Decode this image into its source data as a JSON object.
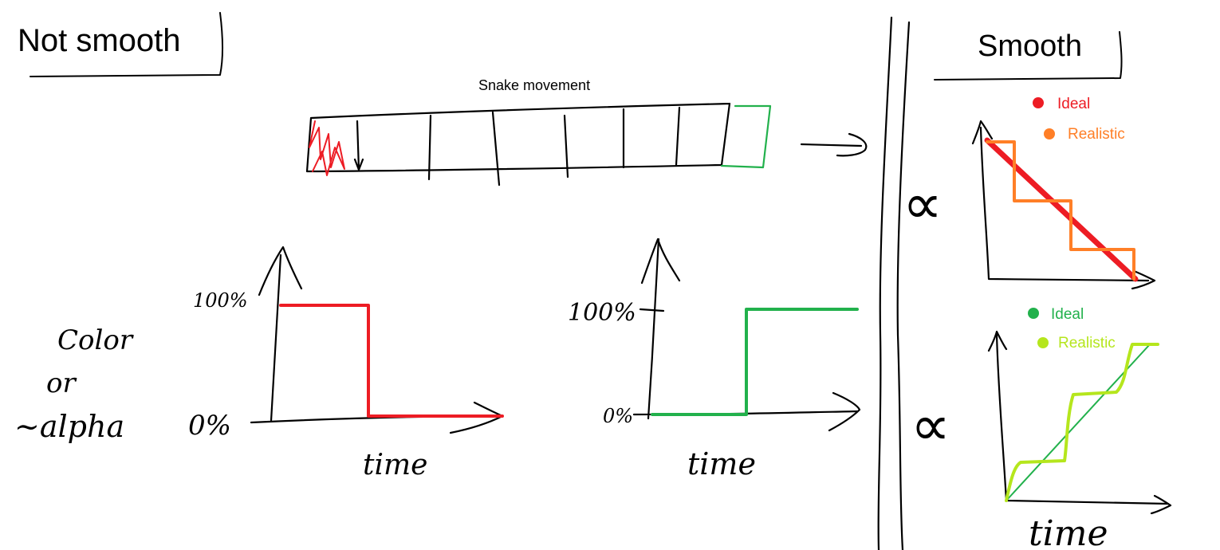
{
  "headers": {
    "left": "Not smooth",
    "right": "Smooth"
  },
  "snake": {
    "label": "Snake movement"
  },
  "left_graph": {
    "y_high": "100%",
    "y_low": "0%",
    "x_label": "time",
    "y_label_line1": "Color",
    "y_label_line2": "or",
    "y_label_line3": "~alpha"
  },
  "mid_graph": {
    "y_high": "100%",
    "y_low": "0%",
    "x_label": "time"
  },
  "right_top": {
    "y_label": "∝",
    "legend": [
      "Ideal",
      "Realistic"
    ]
  },
  "right_bottom": {
    "y_label": "∝",
    "legend": [
      "Ideal",
      "Realistic"
    ],
    "x_label": "time"
  },
  "colors": {
    "ink": "#000000",
    "red": "#ed1c24",
    "orange": "#ff7f27",
    "green": "#22b14c",
    "lime": "#b5e61d"
  }
}
